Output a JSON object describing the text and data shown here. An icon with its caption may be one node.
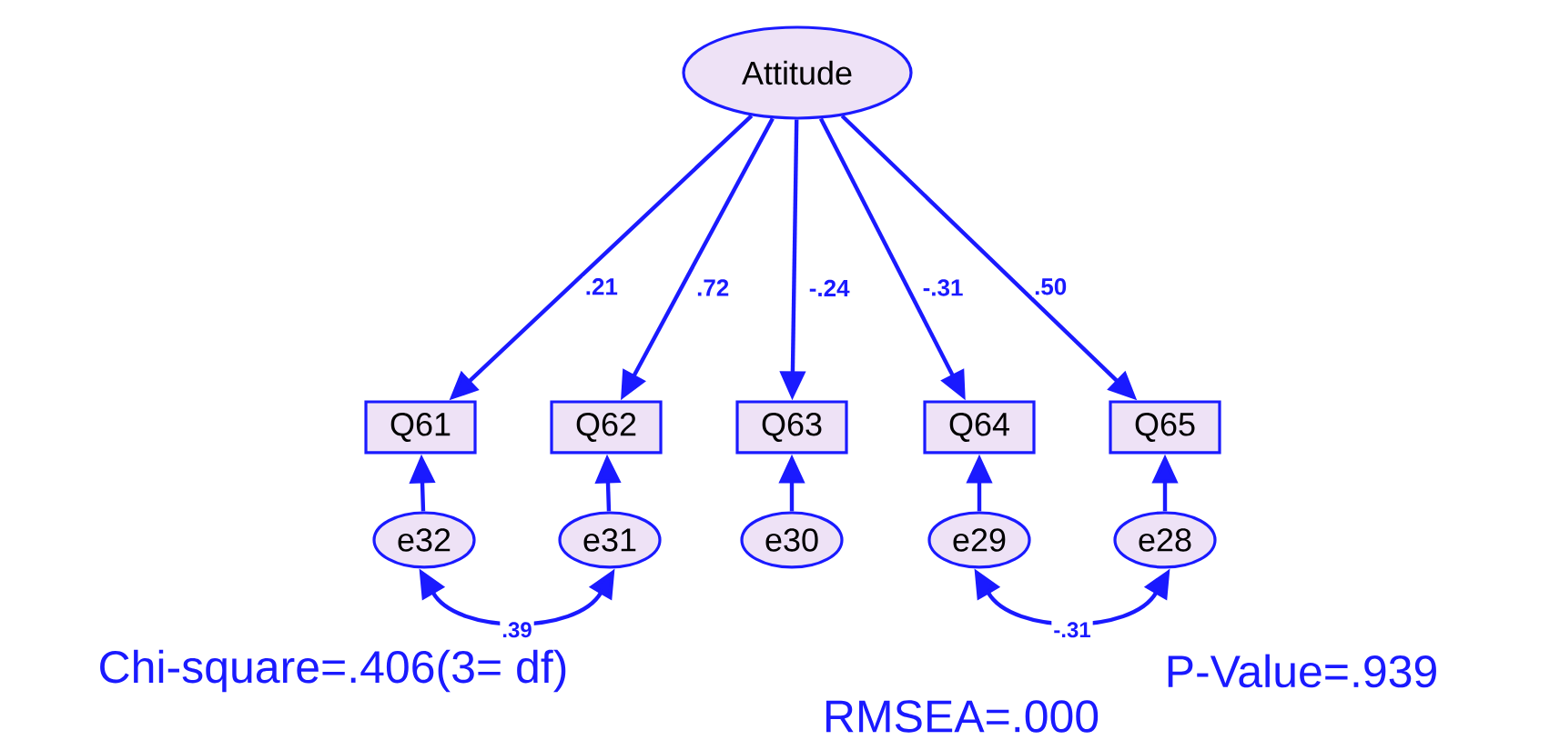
{
  "diagram": {
    "nodes": [
      {
        "text": [
          "Attitude"
        ]
      },
      {
        "text": [
          "Q61"
        ]
      },
      {
        "text": [
          "Q62"
        ]
      },
      {
        "text": [
          "Q63"
        ]
      },
      {
        "text": [
          "Q64"
        ]
      },
      {
        "text": [
          "Q65"
        ]
      },
      {
        "text": [
          "e32"
        ]
      },
      {
        "text": [
          "e31"
        ]
      },
      {
        "text": [
          "e30"
        ]
      },
      {
        "text": [
          "e29"
        ]
      },
      {
        "text": [
          "e28"
        ]
      }
    ],
    "edges": [
      {
        "from": 0,
        "to": 1,
        "arrow": "to",
        "label": ".21"
      },
      {
        "from": 0,
        "to": 2,
        "arrow": "to",
        "label": ".72"
      },
      {
        "from": 0,
        "to": 3,
        "arrow": "to",
        "label": "-.24"
      },
      {
        "from": 0,
        "to": 4,
        "arrow": "to",
        "label": "-.31"
      },
      {
        "from": 0,
        "to": 5,
        "arrow": "to",
        "label": ".50"
      },
      {
        "from": 6,
        "to": 1,
        "arrow": "to"
      },
      {
        "from": 7,
        "to": 2,
        "arrow": "to"
      },
      {
        "from": 8,
        "to": 3,
        "arrow": "to"
      },
      {
        "from": 9,
        "to": 4,
        "arrow": "to"
      },
      {
        "from": 10,
        "to": 5,
        "arrow": "to"
      },
      {
        "from": 6,
        "to": 7,
        "arrow": "both",
        "label": ".39"
      },
      {
        "from": 9,
        "to": 10,
        "arrow": "both",
        "label": "-.31"
      }
    ],
    "labels": [
      "Chi-square=.406(3= df)",
      "P-Value=.939",
      "RMSEA=.000"
    ]
  }
}
